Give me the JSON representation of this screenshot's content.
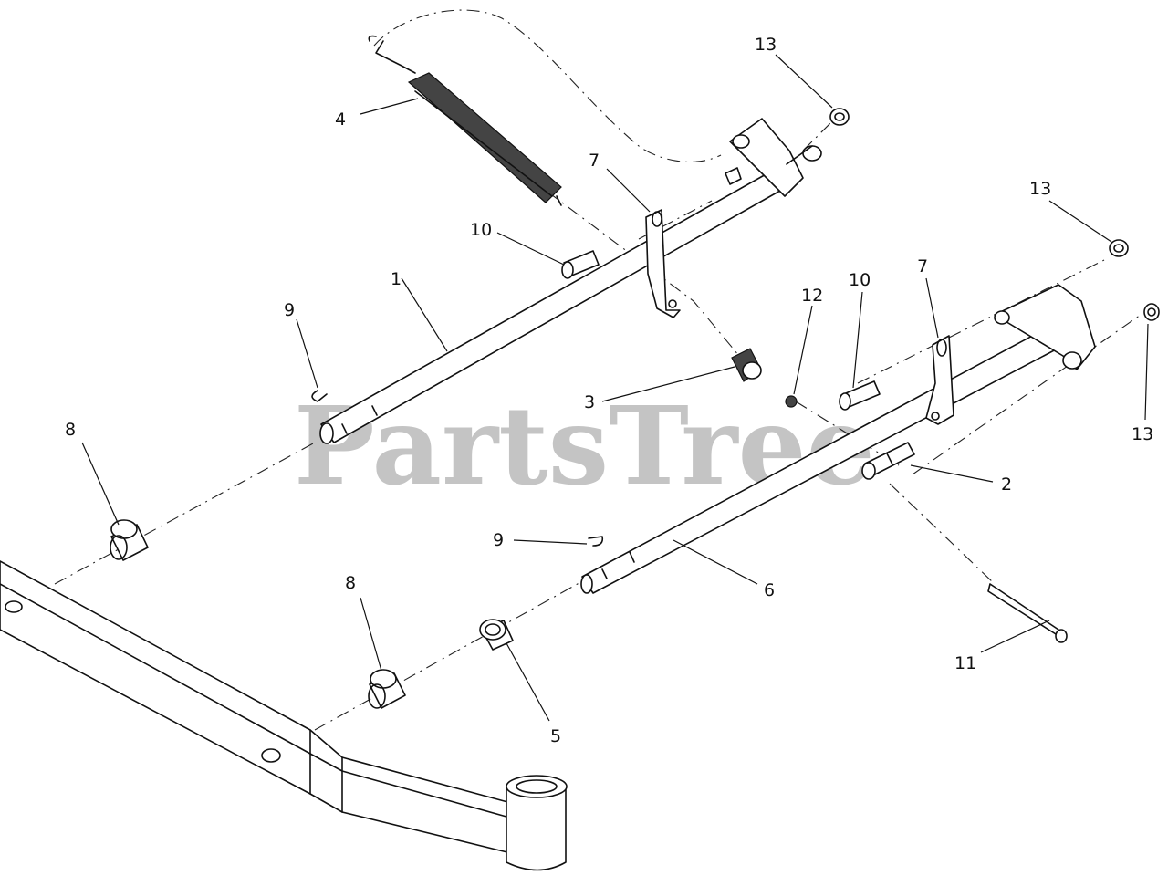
{
  "watermark": "PartsTree",
  "callouts": {
    "c1": "1",
    "c2": "2",
    "c3": "3",
    "c4": "4",
    "c5": "5",
    "c6": "6",
    "c7a": "7",
    "c7b": "7",
    "c8a": "8",
    "c8b": "8",
    "c9a": "9",
    "c9b": "9",
    "c10a": "10",
    "c10b": "10",
    "c11": "11",
    "c12": "12",
    "c13a": "13",
    "c13b": "13",
    "c13c": "13"
  }
}
